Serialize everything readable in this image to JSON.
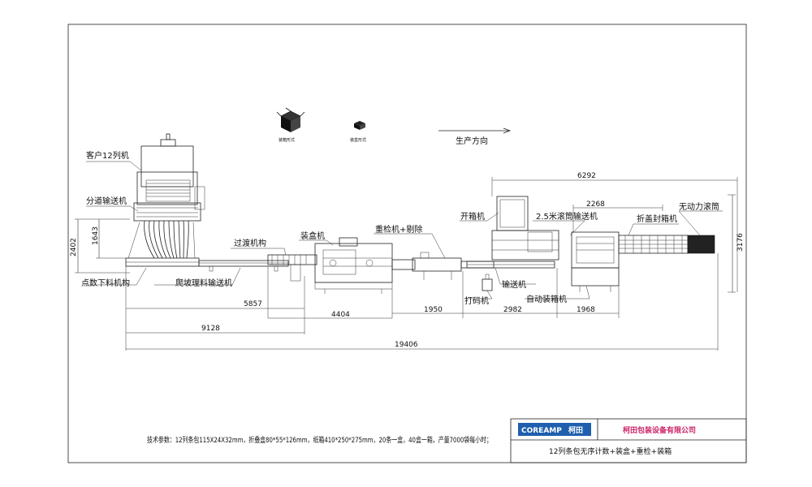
{
  "labels": {
    "counter": "客户12列机",
    "split_conveyor": "分道输送机",
    "counting_drop": "点数下料机构",
    "climb_conveyor": "爬坡理料输送机",
    "transition": "过渡机构",
    "cartoning": "装盒机",
    "checkweigher": "重检机+剔除",
    "case_erector": "开箱机",
    "conveyor_25m": "2.5米滚筒输送机",
    "case_sealer": "折盖封箱机",
    "roller": "无动力滚筒",
    "conveyor": "输送机",
    "coder": "打码机",
    "case_packer": "自动装箱机",
    "direction": "生产方向",
    "icon_case": "装箱形式",
    "icon_box": "装盒形式"
  },
  "dimensions": {
    "d6292": "6292",
    "d2268": "2268",
    "d2402": "2402",
    "d1643": "1643",
    "d3176": "3176",
    "d5857": "5857",
    "d4404": "4404",
    "d1950": "1950",
    "d2982": "2982",
    "d1968": "1968",
    "d9128": "9128",
    "d19406": "19406"
  },
  "notes": {
    "tech": "技术参数：12列条包115X24X32mm，折叠盒80*55*126mm，纸箱410*250*275mm，20条一盒，40盒一箱，产量7000袋每小时；"
  },
  "title_block": {
    "logo": "COREAMP",
    "logo_cn": "柯田",
    "company": "柯田包装设备有限公司",
    "company_color": "#cc2266",
    "title": "12列条包无序计数+装盒+重检+装箱"
  }
}
